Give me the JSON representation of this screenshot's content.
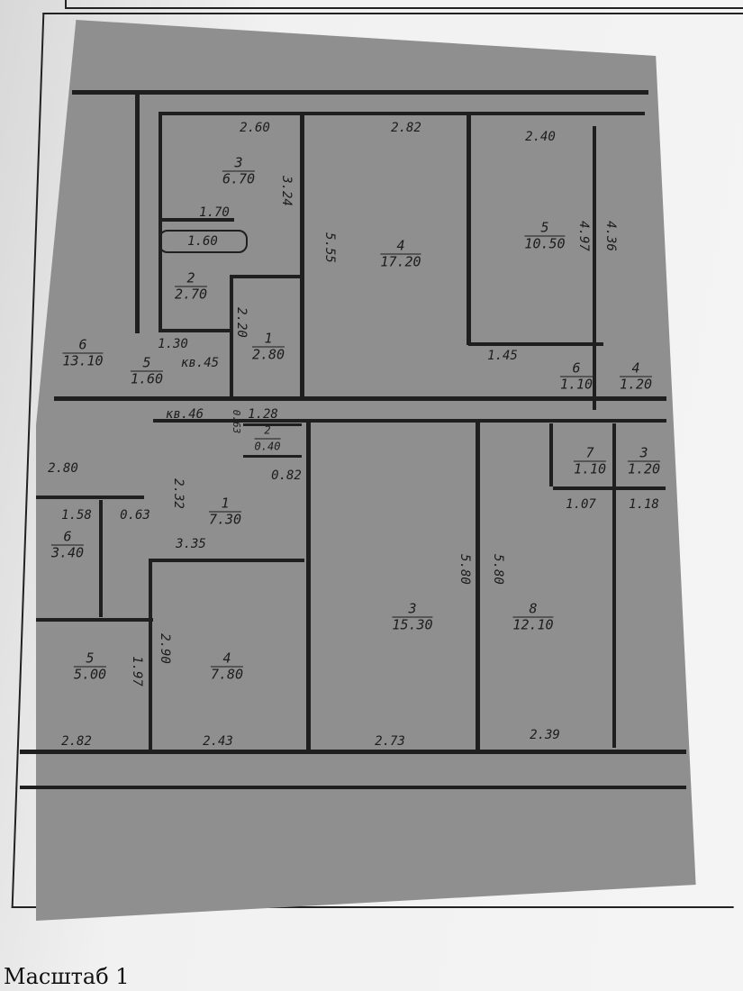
{
  "rooms": [
    {
      "n": "3",
      "a": "6.70"
    },
    {
      "n": "4",
      "a": "17.20"
    },
    {
      "n": "5",
      "a": "10.50"
    },
    {
      "n": "2",
      "a": "2.70"
    },
    {
      "n": "1",
      "a": "2.80"
    },
    {
      "n": "6",
      "a": "13.10"
    },
    {
      "n": "5",
      "a": "1.60"
    },
    {
      "n": "6",
      "a": "1.10"
    },
    {
      "n": "4",
      "a": "1.20"
    },
    {
      "n": "2",
      "a": "0.40"
    },
    {
      "n": "7",
      "a": "1.10"
    },
    {
      "n": "3",
      "a": "1.20"
    },
    {
      "n": "1",
      "a": "7.30"
    },
    {
      "n": "6",
      "a": "3.40"
    },
    {
      "n": "3",
      "a": "15.30"
    },
    {
      "n": "8",
      "a": "12.10"
    },
    {
      "n": "4",
      "a": "7.80"
    },
    {
      "n": "5",
      "a": "5.00"
    }
  ],
  "dims": [
    "2.60",
    "2.82",
    "2.40",
    "1.70",
    "1.60",
    "3.24",
    "5.55",
    "4.97",
    "4.36",
    "2.20",
    "1.30",
    "кв.45",
    "кв.46",
    "1.28",
    "1.45",
    "0.63",
    "0.82",
    "2.32",
    "1.58",
    "0.63",
    "3.35",
    "5.80",
    "5.80",
    "1.07",
    "1.18",
    "1.97",
    "2.90",
    "2.82",
    "2.43",
    "2.73",
    "2.39",
    "2.80"
  ],
  "footer": "Масштаб 1"
}
